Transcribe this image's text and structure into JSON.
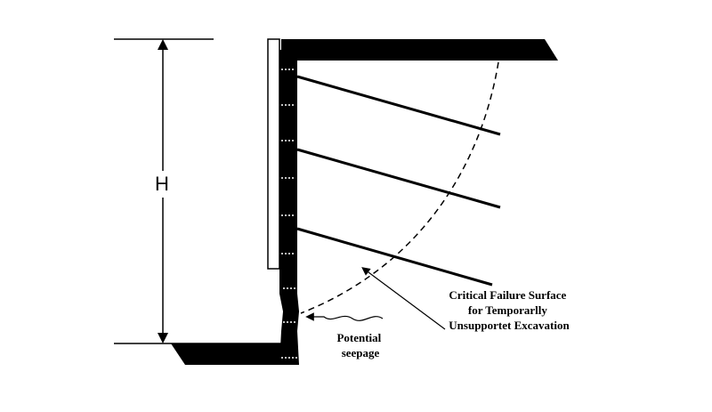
{
  "labels": {
    "height": "H",
    "failure_surface": [
      "Critical Failure Surface",
      "for Temporarlly",
      "Unsupportet Excavation"
    ],
    "seepage": [
      "Potential",
      "seepage"
    ]
  },
  "colors": {
    "ink": "#000000",
    "paper": "#ffffff"
  }
}
